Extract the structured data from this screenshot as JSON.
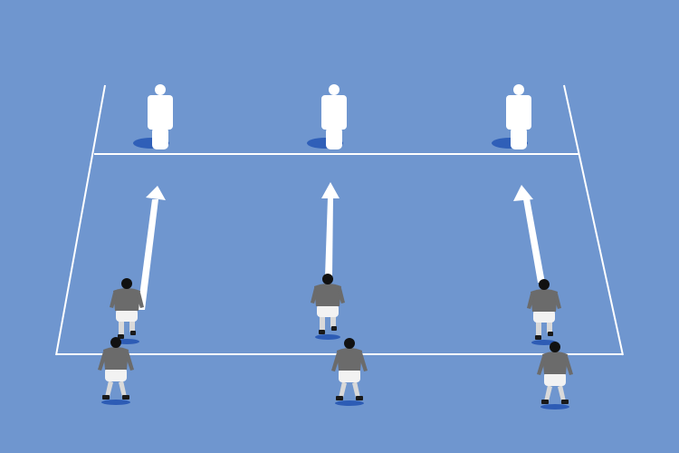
{
  "diagram": {
    "background_color": "#6f96cf",
    "line_color": "#ffffff",
    "dummy_color": "#ffffff",
    "dummy_shadow_color": "#2f5fb8",
    "player_shirt_color": "#6b6b6b",
    "player_shorts_color": "#f2f2f2",
    "player_shadow_color": "#2d5cb5",
    "arrow_color": "#ffffff",
    "elements": {
      "tackle_dummies": 3,
      "running_players": 3,
      "waiting_players": 3,
      "run_arrows": 3
    }
  }
}
